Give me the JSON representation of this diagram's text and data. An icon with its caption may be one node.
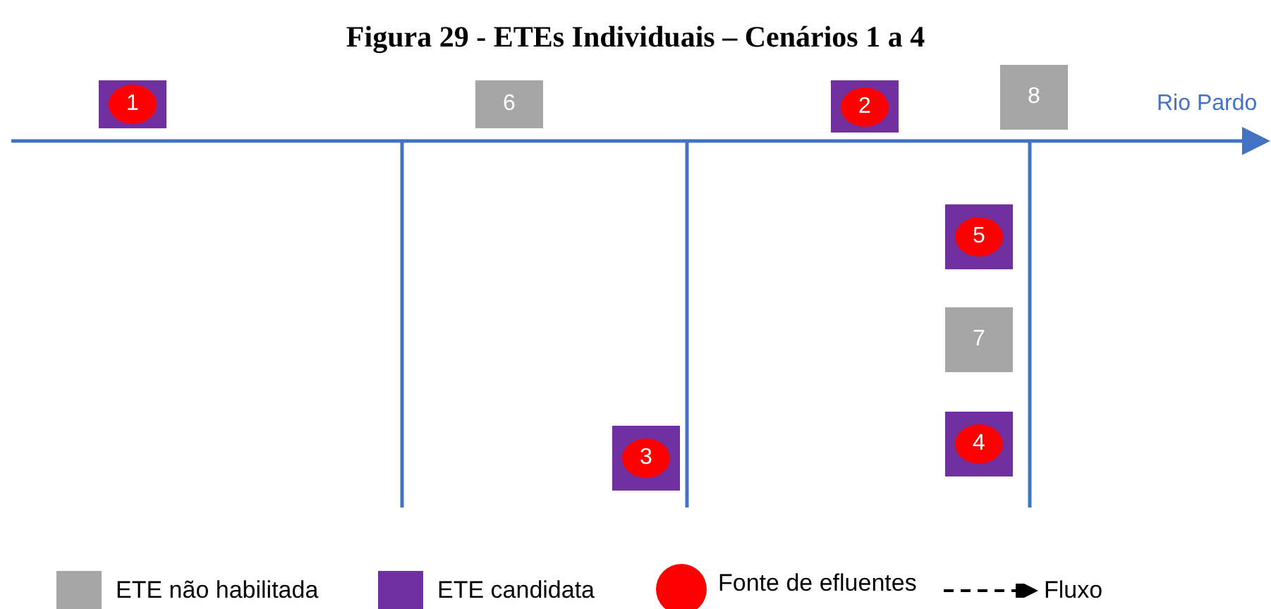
{
  "diagram": {
    "title": "Figura 29 - ETEs Individuais – Cenários 1 a 4",
    "nodes": [
      {
        "text": [],
        "shape": "box"
      },
      {
        "text": [
          "1"
        ],
        "in": 0
      },
      {
        "text": [
          "6"
        ]
      },
      {
        "text": [],
        "shape": "box"
      },
      {
        "text": [
          "2"
        ],
        "in": 3
      },
      {
        "text": [
          "8"
        ]
      },
      {
        "text": [],
        "shape": "box"
      },
      {
        "text": [
          "5"
        ],
        "in": 6
      },
      {
        "text": [
          "7"
        ]
      },
      {
        "text": [],
        "shape": "box"
      },
      {
        "text": [
          "4"
        ],
        "in": 9
      },
      {
        "text": [],
        "shape": "box"
      },
      {
        "text": [
          "3"
        ],
        "in": 11
      }
    ],
    "edges": [],
    "labels": [
      "Rio Pardo"
    ],
    "legend": [
      {
        "text": "ETE não habilitada",
        "color": "#a6a6a6"
      },
      {
        "text": "ETE candidata",
        "color": "#7030a0"
      },
      {
        "text": "Fonte de efluentes",
        "color": "#ff0000"
      },
      {
        "text": "Fluxo"
      }
    ]
  }
}
